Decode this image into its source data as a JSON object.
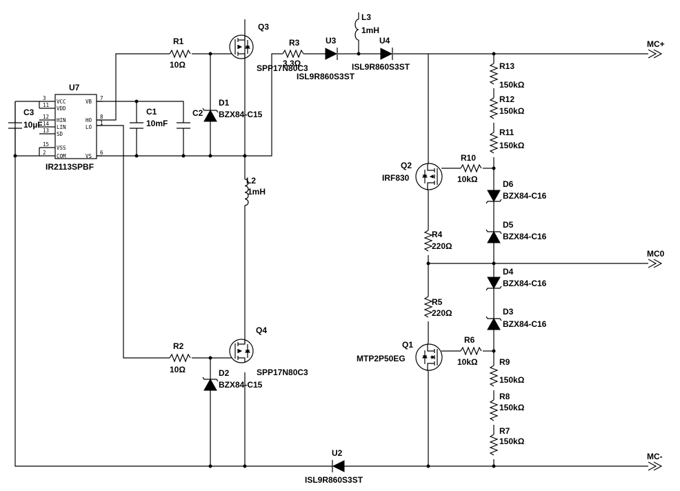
{
  "components": {
    "U7": {
      "ref": "U7",
      "part": "IR2113SPBF",
      "pins_left": [
        {
          "num": "3",
          "name": "VCC"
        },
        {
          "num": "11",
          "name": "VDD"
        },
        {
          "num": "12",
          "name": "HIN"
        },
        {
          "num": "14",
          "name": "LIN"
        },
        {
          "num": "13",
          "name": "SD"
        },
        {
          "num": "15",
          "name": "VSS"
        },
        {
          "num": "2",
          "name": "COM"
        }
      ],
      "pins_right": [
        {
          "num": "7",
          "name": "VB"
        },
        {
          "num": "8",
          "name": "HO"
        },
        {
          "num": "1",
          "name": "LO"
        },
        {
          "num": "6",
          "name": "VS"
        }
      ]
    },
    "R1": {
      "ref": "R1",
      "value": "10Ω"
    },
    "R2": {
      "ref": "R2",
      "value": "10Ω"
    },
    "R3": {
      "ref": "R3",
      "value": "3.3Ω"
    },
    "R4": {
      "ref": "R4",
      "value": "220Ω"
    },
    "R5": {
      "ref": "R5",
      "value": "220Ω"
    },
    "R6": {
      "ref": "R6",
      "value": "10kΩ"
    },
    "R7": {
      "ref": "R7",
      "value": "150kΩ"
    },
    "R8": {
      "ref": "R8",
      "value": "150kΩ"
    },
    "R9": {
      "ref": "R9",
      "value": "150kΩ"
    },
    "R10": {
      "ref": "R10",
      "value": "10kΩ"
    },
    "R11": {
      "ref": "R11",
      "value": "150kΩ"
    },
    "R12": {
      "ref": "R12",
      "value": "150kΩ"
    },
    "R13": {
      "ref": "R13",
      "value": "150kΩ"
    },
    "C1": {
      "ref": "C1",
      "value": "10mF"
    },
    "C2": {
      "ref": "C2"
    },
    "C3": {
      "ref": "C3",
      "value": "10µF"
    },
    "D1": {
      "ref": "D1",
      "part": "BZX84-C15"
    },
    "D2": {
      "ref": "D2",
      "part": "BZX84-C15"
    },
    "D3": {
      "ref": "D3",
      "part": "BZX84-C16"
    },
    "D4": {
      "ref": "D4",
      "part": "BZX84-C16"
    },
    "D5": {
      "ref": "D5",
      "part": "BZX84-C16"
    },
    "D6": {
      "ref": "D6",
      "part": "BZX84-C16"
    },
    "L2": {
      "ref": "L2",
      "value": "1mH"
    },
    "L3": {
      "ref": "L3",
      "value": "1mH"
    },
    "Q1": {
      "ref": "Q1",
      "part": "MTP2P50EG"
    },
    "Q2": {
      "ref": "Q2",
      "part": "IRF830"
    },
    "Q3": {
      "ref": "Q3",
      "part": "SPP17N80C3"
    },
    "Q4": {
      "ref": "Q4",
      "part": "SPP17N80C3"
    },
    "U2": {
      "ref": "U2",
      "part": "ISL9R860S3ST"
    },
    "U3": {
      "ref": "U3",
      "part": "ISL9R860S3ST"
    },
    "U4": {
      "ref": "U4",
      "part": "ISL9R860S3ST"
    }
  },
  "nets": {
    "mc_plus": "MC+",
    "mc_zero": "MC0",
    "mc_minus": "MC-"
  }
}
